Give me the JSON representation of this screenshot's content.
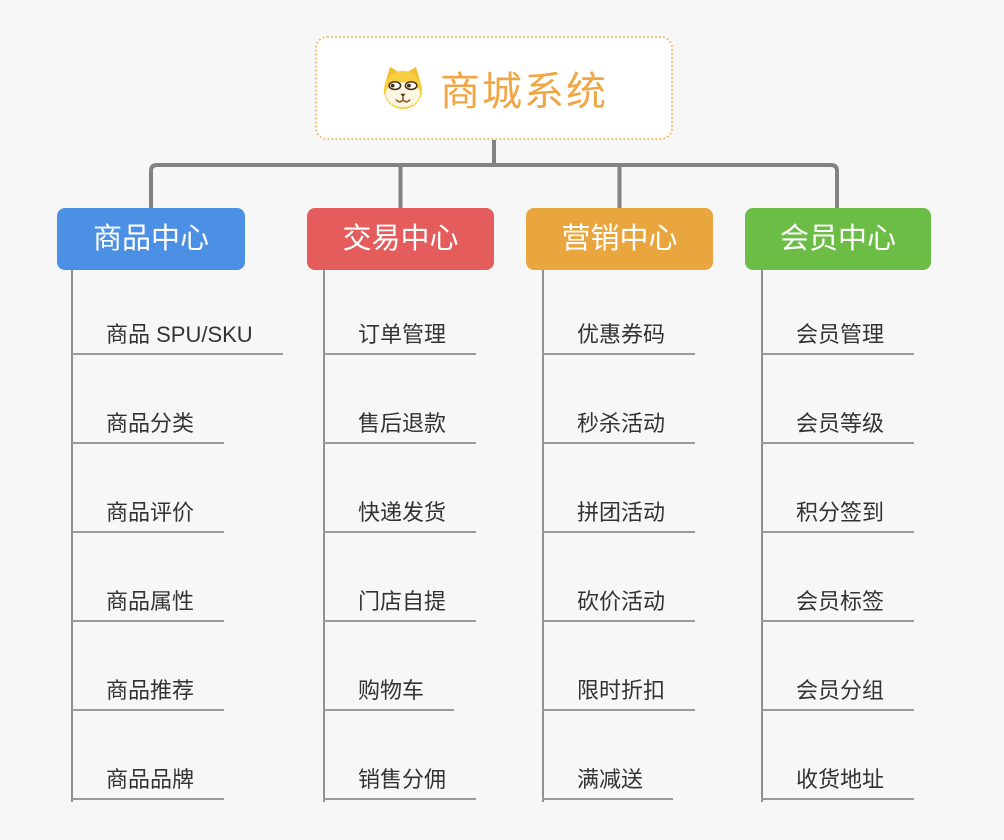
{
  "root": {
    "title": "商城系统",
    "icon": "shiba-dog-face-icon",
    "title_color": "#f0a644",
    "border_color": "#f0c075"
  },
  "connector_color": "#828282",
  "branches": [
    {
      "label": "商品中心",
      "color": "#4b90e4",
      "items": [
        "商品 SPU/SKU",
        "商品分类",
        "商品评价",
        "商品属性",
        "商品推荐",
        "商品品牌"
      ]
    },
    {
      "label": "交易中心",
      "color": "#e45c5b",
      "items": [
        "订单管理",
        "售后退款",
        "快递发货",
        "门店自提",
        "购物车",
        "销售分佣"
      ]
    },
    {
      "label": "营销中心",
      "color": "#eaa63e",
      "items": [
        "优惠券码",
        "秒杀活动",
        "拼团活动",
        "砍价活动",
        "限时折扣",
        "满减送"
      ]
    },
    {
      "label": "会员中心",
      "color": "#6cbd45",
      "items": [
        "会员管理",
        "会员等级",
        "积分签到",
        "会员标签",
        "会员分组",
        "收货地址"
      ]
    }
  ]
}
